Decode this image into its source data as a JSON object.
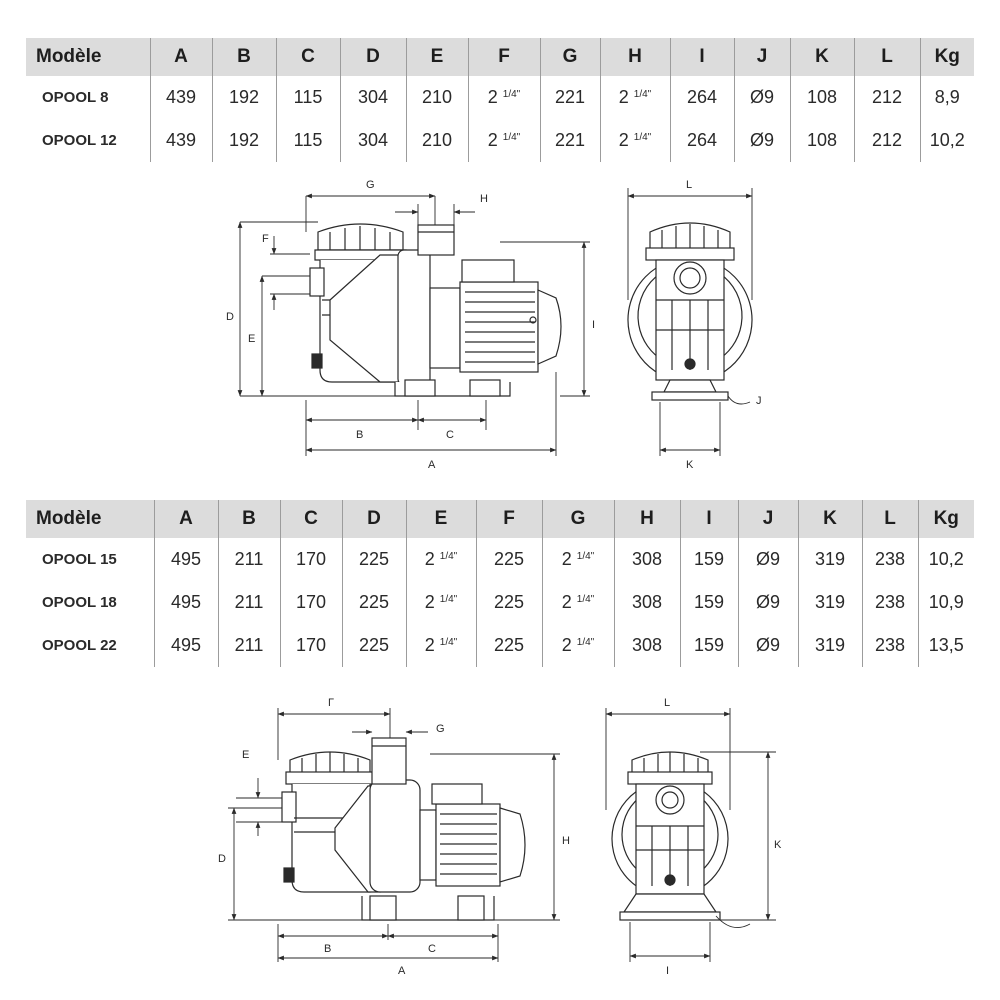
{
  "table_top": {
    "headers": [
      "Modèle",
      "A",
      "B",
      "C",
      "D",
      "E",
      "F",
      "G",
      "H",
      "I",
      "J",
      "K",
      "L",
      "Kg"
    ],
    "rows": [
      [
        "OPOOL 8",
        "439",
        "192",
        "115",
        "304",
        "210",
        "2 1/4\"",
        "221",
        "2 1/4\"",
        "264",
        "Ø9",
        "108",
        "212",
        "8,9"
      ],
      [
        "OPOOL 12",
        "439",
        "192",
        "115",
        "304",
        "210",
        "2 1/4\"",
        "221",
        "2 1/4\"",
        "264",
        "Ø9",
        "108",
        "212",
        "10,2"
      ]
    ]
  },
  "table_bottom": {
    "headers": [
      "Modèle",
      "A",
      "B",
      "C",
      "D",
      "E",
      "F",
      "G",
      "H",
      "I",
      "J",
      "K",
      "L",
      "Kg"
    ],
    "rows": [
      [
        "OPOOL 15",
        "495",
        "211",
        "170",
        "225",
        "2 1/4\"",
        "225",
        "2 1/4\"",
        "308",
        "159",
        "Ø9",
        "319",
        "238",
        "10,2"
      ],
      [
        "OPOOL 18",
        "495",
        "211",
        "170",
        "225",
        "2 1/4\"",
        "225",
        "2 1/4\"",
        "308",
        "159",
        "Ø9",
        "319",
        "238",
        "10,9"
      ],
      [
        "OPOOL 22",
        "495",
        "211",
        "170",
        "225",
        "2 1/4\"",
        "225",
        "2 1/4\"",
        "308",
        "159",
        "Ø9",
        "319",
        "238",
        "13,5"
      ]
    ]
  },
  "diagram_top": {
    "labels": {
      "G": "G",
      "H": "H",
      "F": "F",
      "D": "D",
      "E": "E",
      "I": "I",
      "B": "B",
      "C": "C",
      "A": "A",
      "L": "L",
      "J": "J",
      "K": "K"
    }
  },
  "diagram_bottom": {
    "labels": {
      "F": "Γ",
      "G": "G",
      "E": "E",
      "D": "D",
      "H": "H",
      "B": "B",
      "C": "C",
      "A": "A",
      "L": "L",
      "K": "K",
      "I": "I"
    }
  },
  "colors": {
    "header_bg": "#dcdcdc",
    "line": "#2a2a2a",
    "grid": "#9c9c9c"
  }
}
